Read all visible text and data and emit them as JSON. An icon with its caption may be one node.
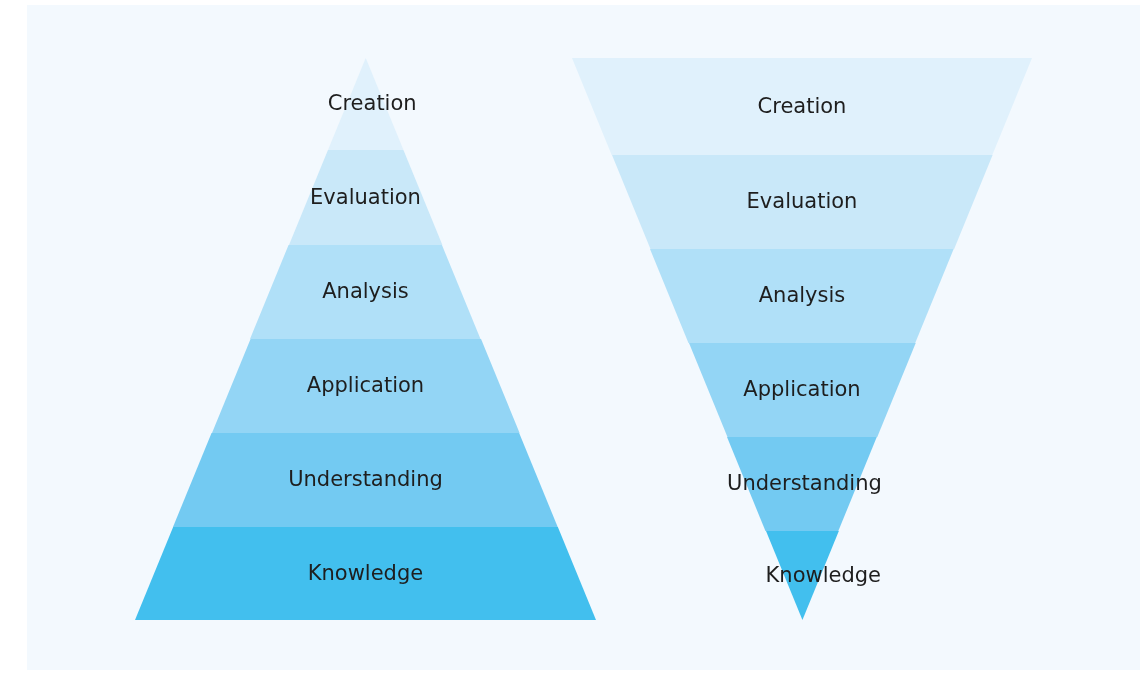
{
  "diagram": {
    "nodes": [
      {
        "text": [
          "Creation"
        ]
      },
      {
        "text": [
          "Evaluation"
        ]
      },
      {
        "text": [
          "Analysis"
        ]
      },
      {
        "text": [
          "Application"
        ]
      },
      {
        "text": [
          "Understanding"
        ]
      },
      {
        "text": [
          "Knowledge"
        ]
      },
      {
        "text": [
          "Creation"
        ]
      },
      {
        "text": [
          "Evaluation"
        ]
      },
      {
        "text": [
          "Analysis"
        ]
      },
      {
        "text": [
          "Application"
        ]
      },
      {
        "text": [
          "Understanding"
        ]
      },
      {
        "text": [
          "Knowledge"
        ]
      }
    ]
  }
}
